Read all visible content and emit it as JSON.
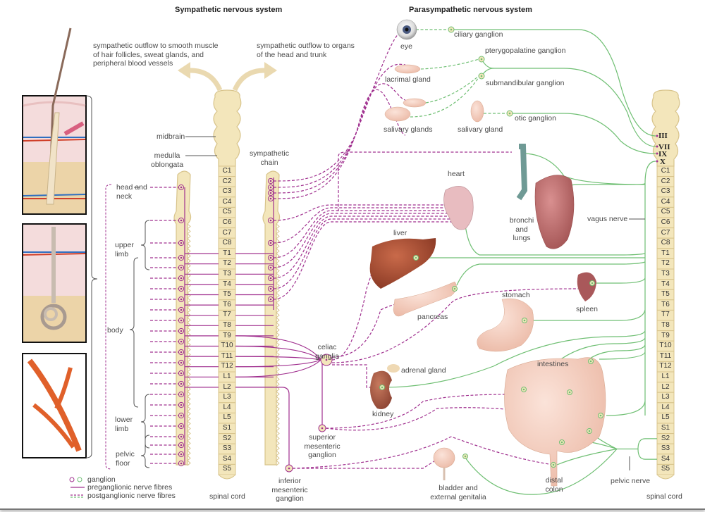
{
  "titles": {
    "sympathetic": "Sympathetic nervous system",
    "parasympathetic": "Parasympathetic nervous system"
  },
  "outflow": {
    "left": [
      "sympathetic outflow to smooth muscle",
      "of hair follicles, sweat glands, and",
      "peripheral blood vessels"
    ],
    "right": [
      "sympathetic outflow to organs",
      "of the head and trunk"
    ]
  },
  "brain_labels": {
    "midbrain": "midbrain",
    "medulla": [
      "medulla",
      "oblongata"
    ],
    "sympathetic_chain": [
      "sympathetic",
      "chain"
    ]
  },
  "body_regions": {
    "head_neck": [
      "head and",
      "neck"
    ],
    "upper_limb": [
      "upper",
      "limb"
    ],
    "body": "body",
    "lower_limb": [
      "lower",
      "limb"
    ],
    "pelvic_floor": [
      "pelvic",
      "floor"
    ]
  },
  "spinal_segments": [
    "C1",
    "C2",
    "C3",
    "C4",
    "C5",
    "C6",
    "C7",
    "C8",
    "T1",
    "T2",
    "T3",
    "T4",
    "T5",
    "T6",
    "T7",
    "T8",
    "T9",
    "T10",
    "T11",
    "T12",
    "L1",
    "L2",
    "L3",
    "L4",
    "L5",
    "S1",
    "S2",
    "S3",
    "S4",
    "S5"
  ],
  "cranial_nerves": [
    "III",
    "VII",
    "IX",
    "X"
  ],
  "ganglia": {
    "celiac": [
      "celiac",
      "ganglia"
    ],
    "superior_mesenteric": [
      "superior",
      "mesenteric",
      "ganglion"
    ],
    "inferior_mesenteric": [
      "inferior",
      "mesenteric",
      "ganglion"
    ],
    "ciliary": "ciliary ganglion",
    "pterygopalatine": "pterygopalatine ganglion",
    "submandibular": "submandibular ganglion",
    "otic": "otic ganglion"
  },
  "organs": {
    "eye": "eye",
    "lacrimal": "lacrimal gland",
    "salivary_glands": "salivary glands",
    "salivary_gland": "salivary gland",
    "heart": "heart",
    "bronchi": [
      "bronchi",
      "and",
      "lungs"
    ],
    "liver": "liver",
    "pancreas": "pancreas",
    "stomach": "stomach",
    "spleen": "spleen",
    "adrenal": "adrenal gland",
    "kidney": "kidney",
    "intestines": "intestines",
    "distal_colon": [
      "distal",
      "colon"
    ],
    "bladder": [
      "bladder and",
      "external genitalia"
    ]
  },
  "nerves": {
    "vagus": "vagus nerve",
    "pelvic": "pelvic nerve"
  },
  "spinal_cord_label": "spinal cord",
  "legend": {
    "ganglion": "ganglion",
    "preganglionic": "preganglionic nerve fibres",
    "postganglionic": "postganglionic nerve fibres"
  },
  "colors": {
    "sympathetic": "#a0308f",
    "parasympathetic": "#6fbf73",
    "cord_fill": "#f3e6bb",
    "cord_stroke": "#d8c48c",
    "arrow": "#ead9b0"
  }
}
